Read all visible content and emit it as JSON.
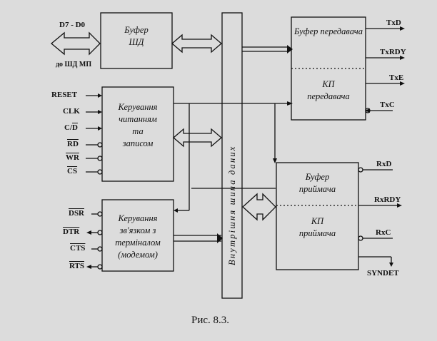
{
  "blocks": {
    "buffer_db": [
      "Буфер",
      "ШД"
    ],
    "rw_control": [
      "Керування",
      "читанням",
      "та",
      "записом"
    ],
    "modem_control": [
      "Керування",
      "зв'язком з",
      "терміналом",
      "(модемом)"
    ],
    "tx_buffer": "Буфер передавача",
    "tx_cp": [
      "КП",
      "передавача"
    ],
    "rx_buffer": [
      "Буфер",
      "приймача"
    ],
    "rx_cp": [
      "КП",
      "приймача"
    ]
  },
  "bus_label": "Внутрішня шина даних",
  "signals": {
    "d7_d0": "D7 - D0",
    "to_db_mp": "до ШД МП",
    "reset": "RESET",
    "clk": "CLK",
    "c_d": "C/",
    "c_d_bar": "D",
    "rd": "RD",
    "wr": "WR",
    "cs": "CS",
    "dsr": "DSR",
    "dtr": "DTR",
    "cts": "CTS",
    "rts": "RTS",
    "txd": "TxD",
    "txrdy": "TxRDY",
    "txe": "TxE",
    "txc": "TxC",
    "rxd": "RxD",
    "rxrdy": "RxRDY",
    "rxc": "RxC",
    "syndet": "SYNDET"
  },
  "caption": "Рис. 8.3."
}
